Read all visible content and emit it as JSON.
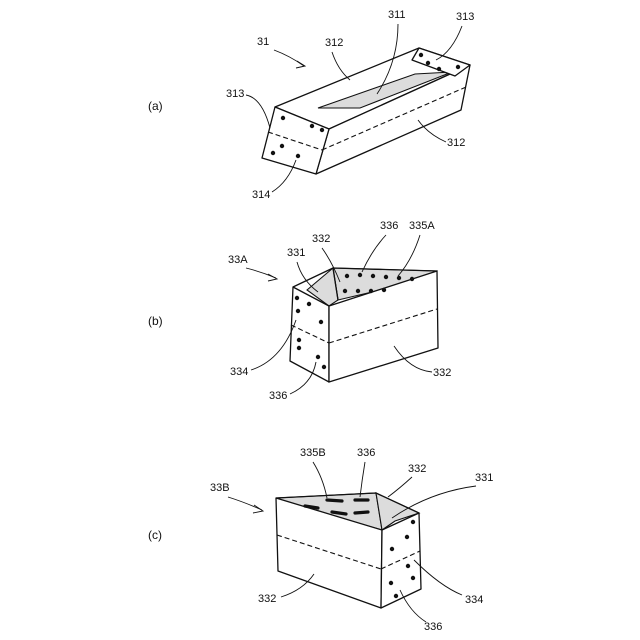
{
  "panels": {
    "a": {
      "caption": "(a)",
      "labels": {
        "box": "31",
        "bottom": "311",
        "side_top": "312",
        "side_right": "312",
        "end_right": "313",
        "end_left": "313",
        "holes": "314"
      }
    },
    "b": {
      "caption": "(b)",
      "labels": {
        "box": "33A",
        "bottom": "331",
        "side_top": "332",
        "holes_top": "336",
        "partition": "335A",
        "end": "334",
        "side_right": "332",
        "holes_bottom": "336"
      }
    },
    "c": {
      "caption": "(c)",
      "labels": {
        "box": "33B",
        "partition": "335B",
        "holes_top": "336",
        "side_top": "332",
        "bottom": "331",
        "side_left": "332",
        "end": "334",
        "holes_bottom": "336"
      }
    }
  }
}
